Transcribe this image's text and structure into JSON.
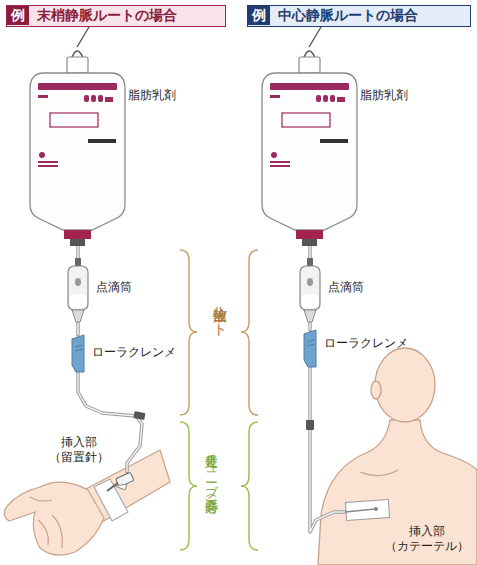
{
  "diagram": {
    "nodes": [
      {
        "text": [
          "例",
          "末梢静脈ルートの場合"
        ]
      },
      {
        "text": [
          "脂肪乳剤"
        ]
      },
      {
        "text": [
          "点滴筒"
        ]
      },
      {
        "text": [
          "ローラクレンメ"
        ]
      },
      {
        "text": [
          "挿入部 （留置針）"
        ]
      },
      {
        "text": [
          "例",
          "中心静脈ルートの場合"
        ]
      },
      {
        "text": [
          "脂肪乳剤"
        ]
      },
      {
        "text": [
          "点滴筒"
        ]
      },
      {
        "text": [
          "ローラクレンメ"
        ]
      },
      {
        "text": [
          "挿入部 （カテーテル）"
        ]
      }
    ],
    "edges": [
      {
        "from": 1,
        "to": 2,
        "arrow": "none"
      },
      {
        "from": 2,
        "to": 3,
        "arrow": "none"
      },
      {
        "from": 3,
        "to": 4,
        "arrow": "none"
      },
      {
        "from": 6,
        "to": 7,
        "arrow": "none"
      },
      {
        "from": 7,
        "to": 8,
        "arrow": "none"
      },
      {
        "from": 8,
        "to": 9,
        "arrow": "none"
      }
    ],
    "labels": [
      "輸液ルート",
      "延長チューブ（必要時）"
    ]
  }
}
